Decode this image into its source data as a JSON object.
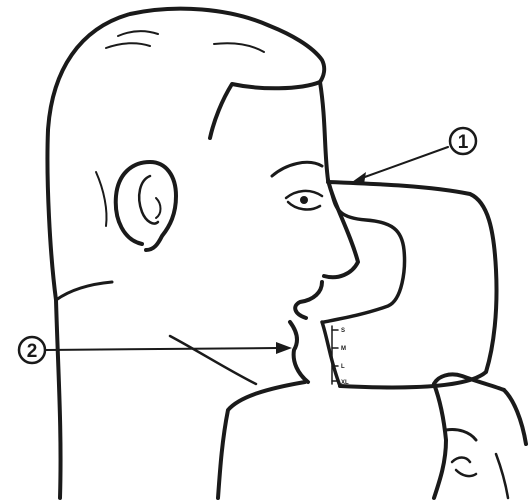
{
  "callouts": [
    {
      "number": "1"
    },
    {
      "number": "2"
    }
  ],
  "mask_sizes": [
    "S",
    "M",
    "L",
    "XL"
  ],
  "colors": {
    "ink": "#1a1a1a",
    "background": "#ffffff"
  }
}
